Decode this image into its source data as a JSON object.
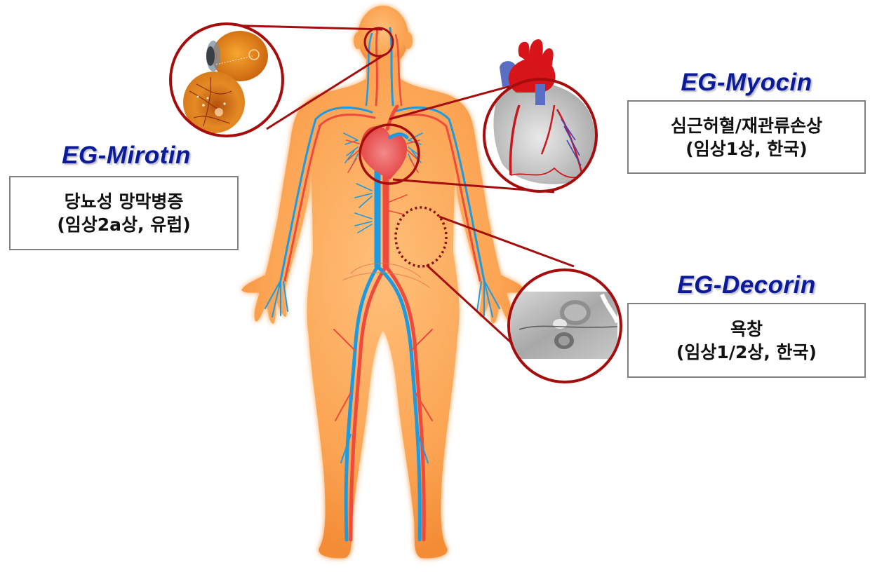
{
  "diagram": {
    "subject": "human-circulatory-system",
    "accent_colors": {
      "title_blue": "#0b1a99",
      "callout_red": "#b00e0e",
      "box_border": "#7f7f7f",
      "skin": "#f9a24f",
      "artery": "#ef4a3c",
      "vein": "#1e9ae0"
    }
  },
  "callouts": [
    {
      "id": "mirotin",
      "name": "EG-Mirotin",
      "indication": "당뇨성 망막병증",
      "trial": "(임상2a상, 유럽)",
      "target_organ": "eye-retina",
      "callout_style": "solid"
    },
    {
      "id": "myocin",
      "name": "EG-Myocin",
      "indication": "심근허혈/재관류손상",
      "trial": "(임상1상, 한국)",
      "target_organ": "heart",
      "callout_style": "solid"
    },
    {
      "id": "decorin",
      "name": "EG-Decorin",
      "indication": "욕창",
      "trial": "(임상1/2상, 한국)",
      "target_organ": "skin-pressure-ulcer",
      "callout_style": "dotted"
    }
  ]
}
